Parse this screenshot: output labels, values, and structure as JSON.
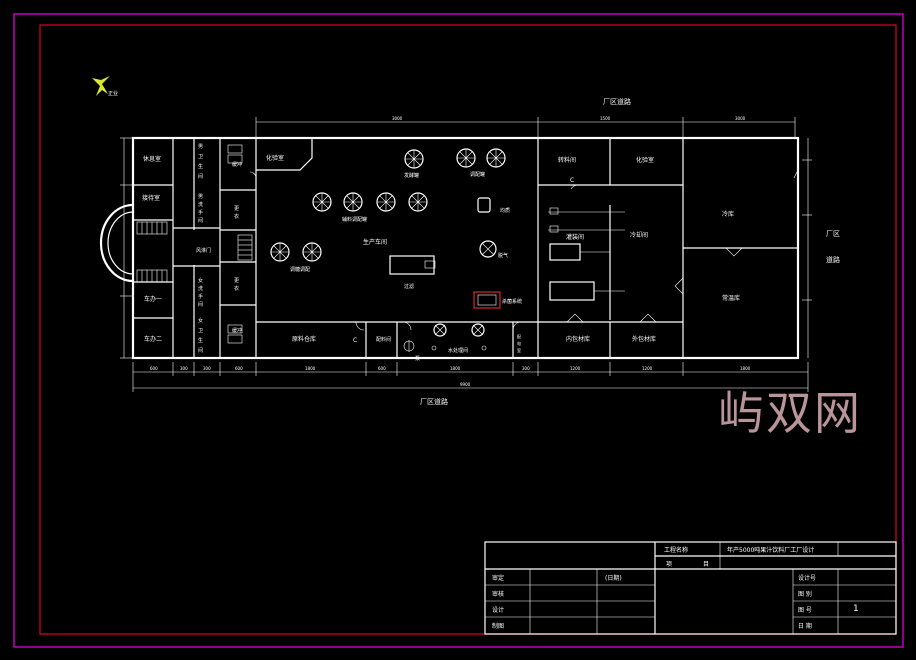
{
  "frame_color": "#c000c0",
  "border_color": "#e0002a",
  "roads": {
    "top": "厂区道路",
    "bottom": "厂区道路",
    "right": "厂区道路"
  },
  "rooms": {
    "lounge": "休息室",
    "reception": "接待室",
    "office1": "车办一",
    "office2": "车办二",
    "men_wc": "男卫生间",
    "men_change": "男洗手间",
    "women_change": "女洗手间",
    "women_wc": "女卫生间",
    "buffer": "缓冲",
    "airlock": "风淋门",
    "lab_left": "化验室",
    "tank_a": "发酵罐",
    "tank_b": "调配罐",
    "tank_c": "辅料调配罐",
    "tank_d": "调糖调配",
    "production": "生产车间",
    "homogenizer": "均质",
    "degas": "脱气",
    "filter": "过滤",
    "sterilize": "杀菌系统",
    "raw_store": "原料仓库",
    "mixing": "配料间",
    "water_treat": "水处理间",
    "power_room": "配电室",
    "transfer": "转料间",
    "lab_right": "化验室",
    "filling": "灌装间",
    "cooling": "冷却间",
    "cold_store": "冷库",
    "normal_store": "常温库",
    "inner_pack": "内包材库",
    "outer_pack": "外包材库",
    "pump": "泵"
  },
  "title_block": {
    "project_label": "工程名称",
    "project_value": "年产5000吨果汁饮料厂工厂设计",
    "item_label": "项",
    "item_label2": "目",
    "approve": "审定",
    "review": "审核",
    "design": "设计",
    "draw": "制图",
    "date_note": "(日期)",
    "design_no": "设计号",
    "drawing_type": "图 别",
    "drawing_no": "图 号",
    "drawing_no_value": "1",
    "date": "日 期"
  },
  "watermark": "屿双网",
  "logo_text": "正业"
}
